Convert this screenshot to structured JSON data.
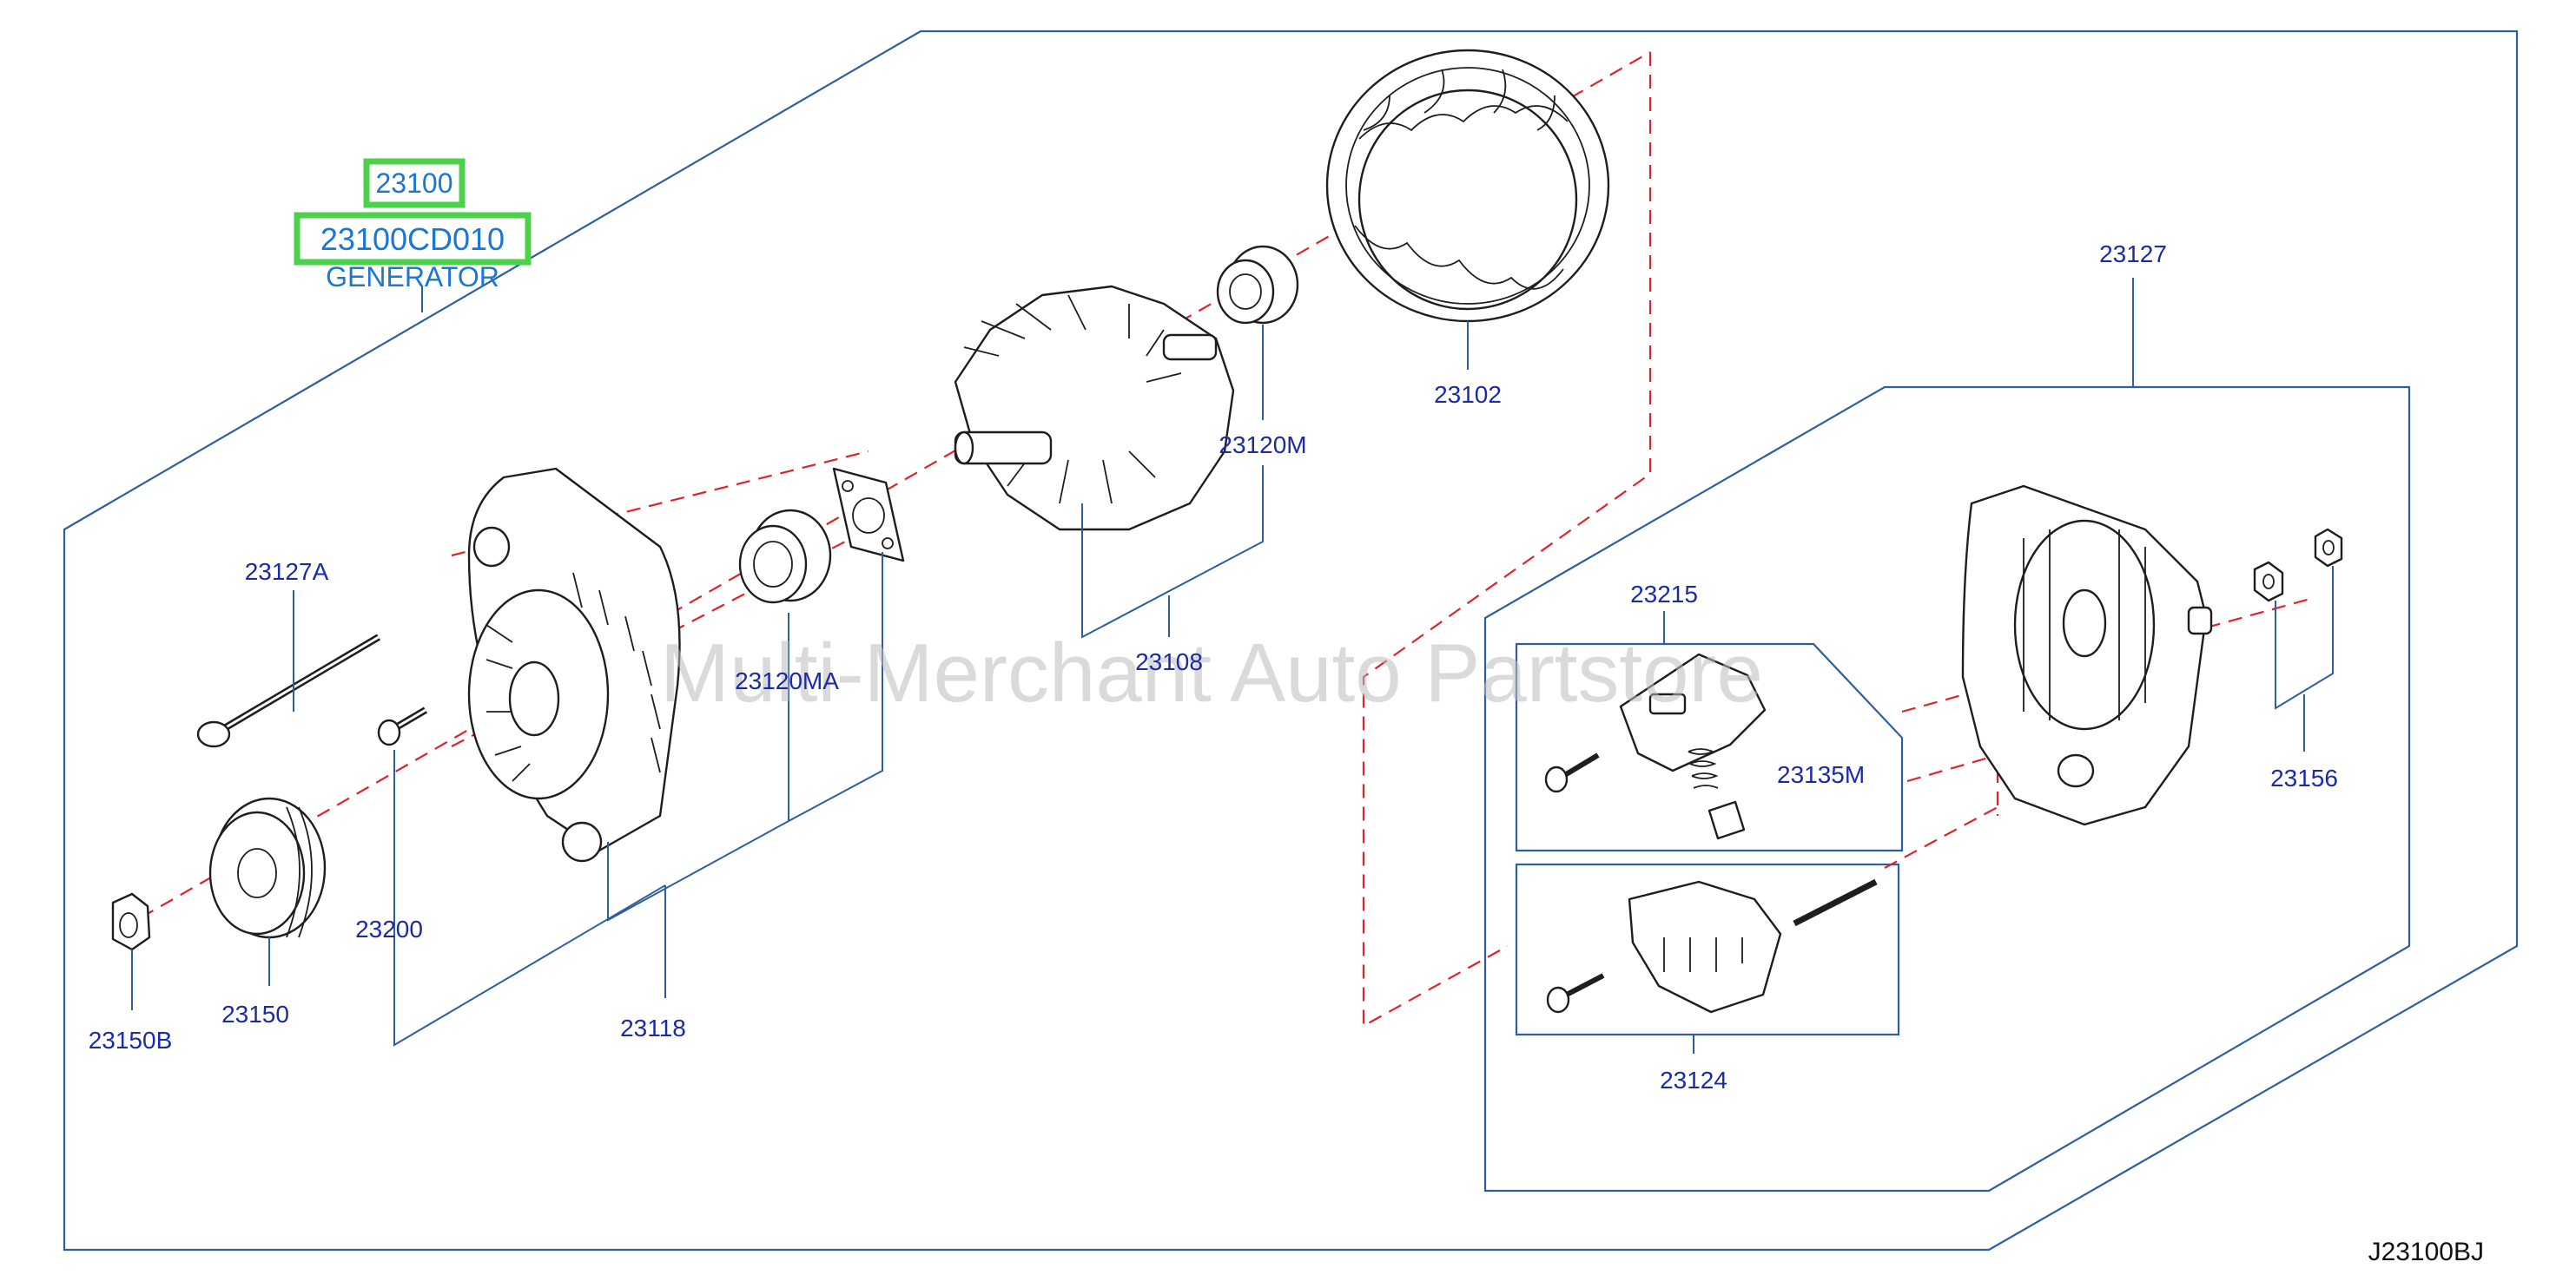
{
  "diagram": {
    "main_part": {
      "number": "23100",
      "part_code": "23100CD010",
      "name": "GENERATOR"
    },
    "watermark": "Multi-Merchant Auto Partstore",
    "reference_code": "J23100BJ",
    "labels": {
      "p23102": "23102",
      "p23127": "23127",
      "p23120M": "23120M",
      "p23108": "23108",
      "p23127A": "23127A",
      "p23120MA": "23120MA",
      "p23215": "23215",
      "p23135M": "23135M",
      "p23156": "23156",
      "p23200": "23200",
      "p23150": "23150",
      "p23150B": "23150B",
      "p23118": "23118",
      "p23124": "23124"
    },
    "colors": {
      "frame": "#2d5fa0",
      "label": "#1b2aa8",
      "highlight": "#4ad24a",
      "dashed_axis": "#e2222a",
      "main_label": "#1b77d6"
    }
  }
}
